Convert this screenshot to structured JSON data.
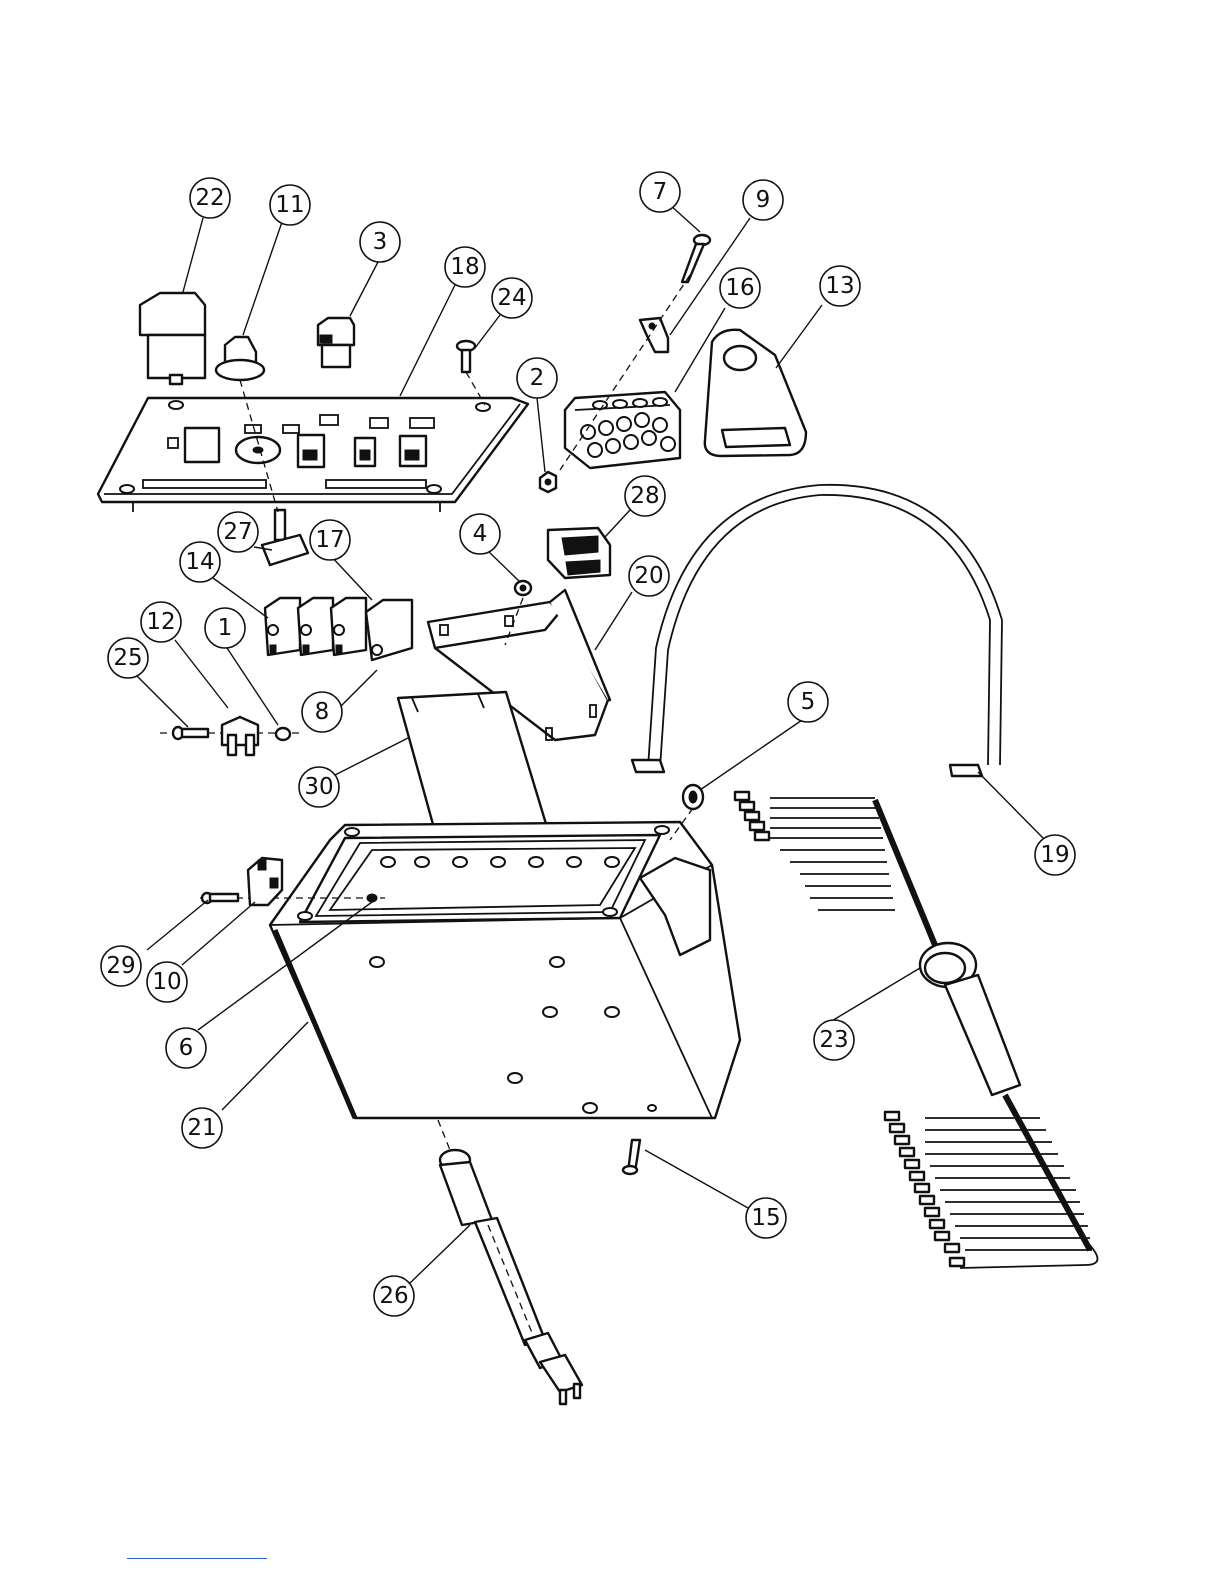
{
  "callouts": [
    {
      "label": "1"
    },
    {
      "label": "2"
    },
    {
      "label": "3"
    },
    {
      "label": "4"
    },
    {
      "label": "5"
    },
    {
      "label": "6"
    },
    {
      "label": "7"
    },
    {
      "label": "8"
    },
    {
      "label": "9"
    },
    {
      "label": "10"
    },
    {
      "label": "11"
    },
    {
      "label": "12"
    },
    {
      "label": "13"
    },
    {
      "label": "14"
    },
    {
      "label": "15"
    },
    {
      "label": "16"
    },
    {
      "label": "17"
    },
    {
      "label": "18"
    },
    {
      "label": "19"
    },
    {
      "label": "20"
    },
    {
      "label": "21"
    },
    {
      "label": "22"
    },
    {
      "label": "23"
    },
    {
      "label": "24"
    },
    {
      "label": "25"
    },
    {
      "label": "26"
    },
    {
      "label": "27"
    },
    {
      "label": "28"
    },
    {
      "label": "29"
    },
    {
      "label": "30"
    }
  ],
  "colors": {
    "line": "#111111",
    "background": "#ffffff",
    "footer_rule": "#2a5bd7"
  }
}
